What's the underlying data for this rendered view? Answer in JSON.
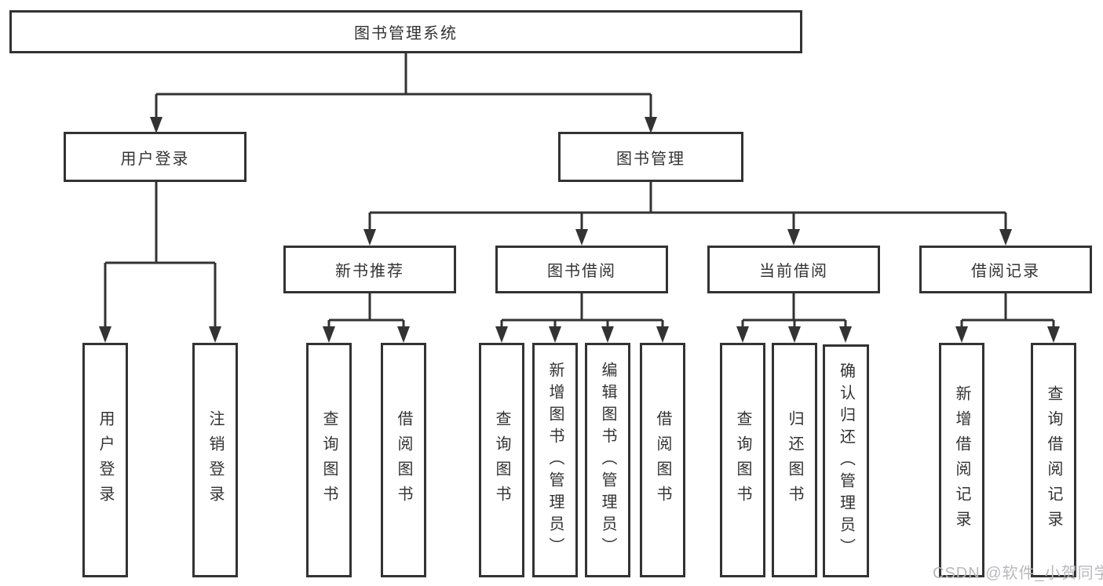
{
  "diagram": {
    "root": "图书管理系统",
    "level2": {
      "user_login": "用户登录",
      "book_mgmt": "图书管理"
    },
    "level3": {
      "new_books": "新书推荐",
      "borrowing": "图书借阅",
      "current": "当前借阅",
      "records": "借阅记录"
    },
    "leaves": {
      "user_login_login": "用户登录",
      "user_login_logout": "注销登录",
      "new_books_query": "查询图书",
      "new_books_borrow": "借阅图书",
      "borrowing_query": "查询图书",
      "borrowing_add": "新增图书（管理员）",
      "borrowing_edit": "编辑图书（管理员）",
      "borrowing_borrow": "借阅图书",
      "current_query": "查询图书",
      "current_return": "归还图书",
      "current_confirm": "确认归还（管理员）",
      "records_add": "新增借阅记录",
      "records_query": "查询借阅记录"
    },
    "watermark": "CSDN @软件_小贺同学",
    "colors": {
      "line": "#333333",
      "text": "#333333",
      "box_fill": "#ffffff",
      "watermark": "#b9b9bd"
    }
  }
}
